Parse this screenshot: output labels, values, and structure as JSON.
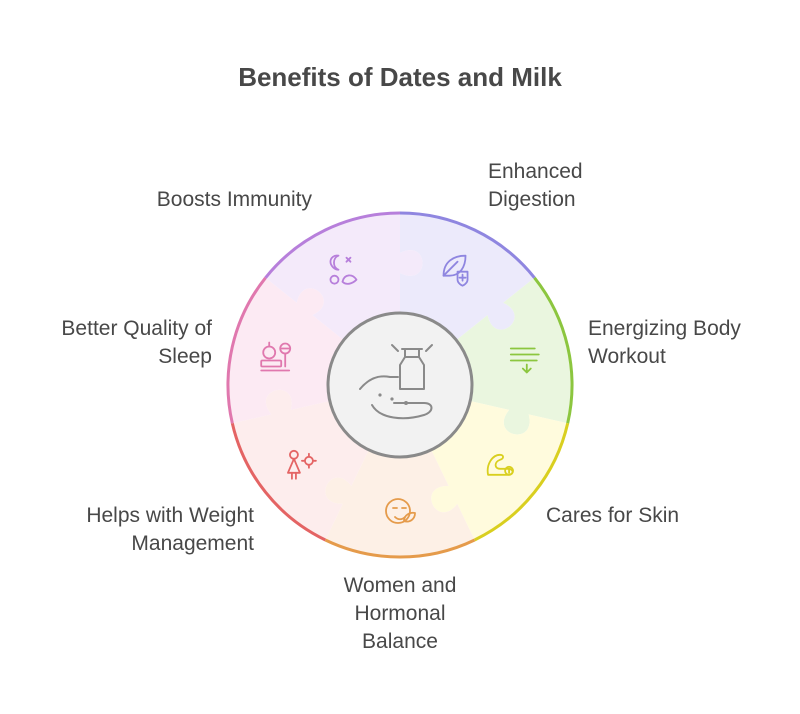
{
  "title": "Benefits of Dates and Milk",
  "segments": [
    {
      "id": "immunity",
      "label_lines": [
        "Boosts Immunity"
      ],
      "fill": "#ECEAFB",
      "stroke": "#8F86E0",
      "icon": "leaf-shield-icon"
    },
    {
      "id": "digestion",
      "label_lines": [
        "Enhanced",
        "Digestion"
      ],
      "fill": "#EAF6DF",
      "stroke": "#8CC63F",
      "icon": "digestion-icon"
    },
    {
      "id": "workout",
      "label_lines": [
        "Energizing Body",
        "Workout"
      ],
      "fill": "#FFFBDD",
      "stroke": "#D9CF1F",
      "icon": "flexed-arm-icon"
    },
    {
      "id": "skin",
      "label_lines": [
        "Cares for Skin"
      ],
      "fill": "#FDF0E6",
      "stroke": "#E59B4B",
      "icon": "face-leaf-icon"
    },
    {
      "id": "women",
      "label_lines": [
        "Women and",
        "Hormonal",
        "Balance"
      ],
      "fill": "#FDEDED",
      "stroke": "#E46464",
      "icon": "woman-gear-icon"
    },
    {
      "id": "weight",
      "label_lines": [
        "Helps with Weight",
        "Management"
      ],
      "fill": "#FCEAF3",
      "stroke": "#E078AE",
      "icon": "scale-apple-icon"
    },
    {
      "id": "sleep",
      "label_lines": [
        "Better Quality of",
        "Sleep"
      ],
      "fill": "#F4EAFA",
      "stroke": "#B77FDB",
      "icon": "moon-sleep-icon"
    }
  ],
  "center": {
    "icon": "hand-milk-bottle-icon",
    "fill": "#F2F2F2",
    "stroke": "#8A8A8A"
  }
}
